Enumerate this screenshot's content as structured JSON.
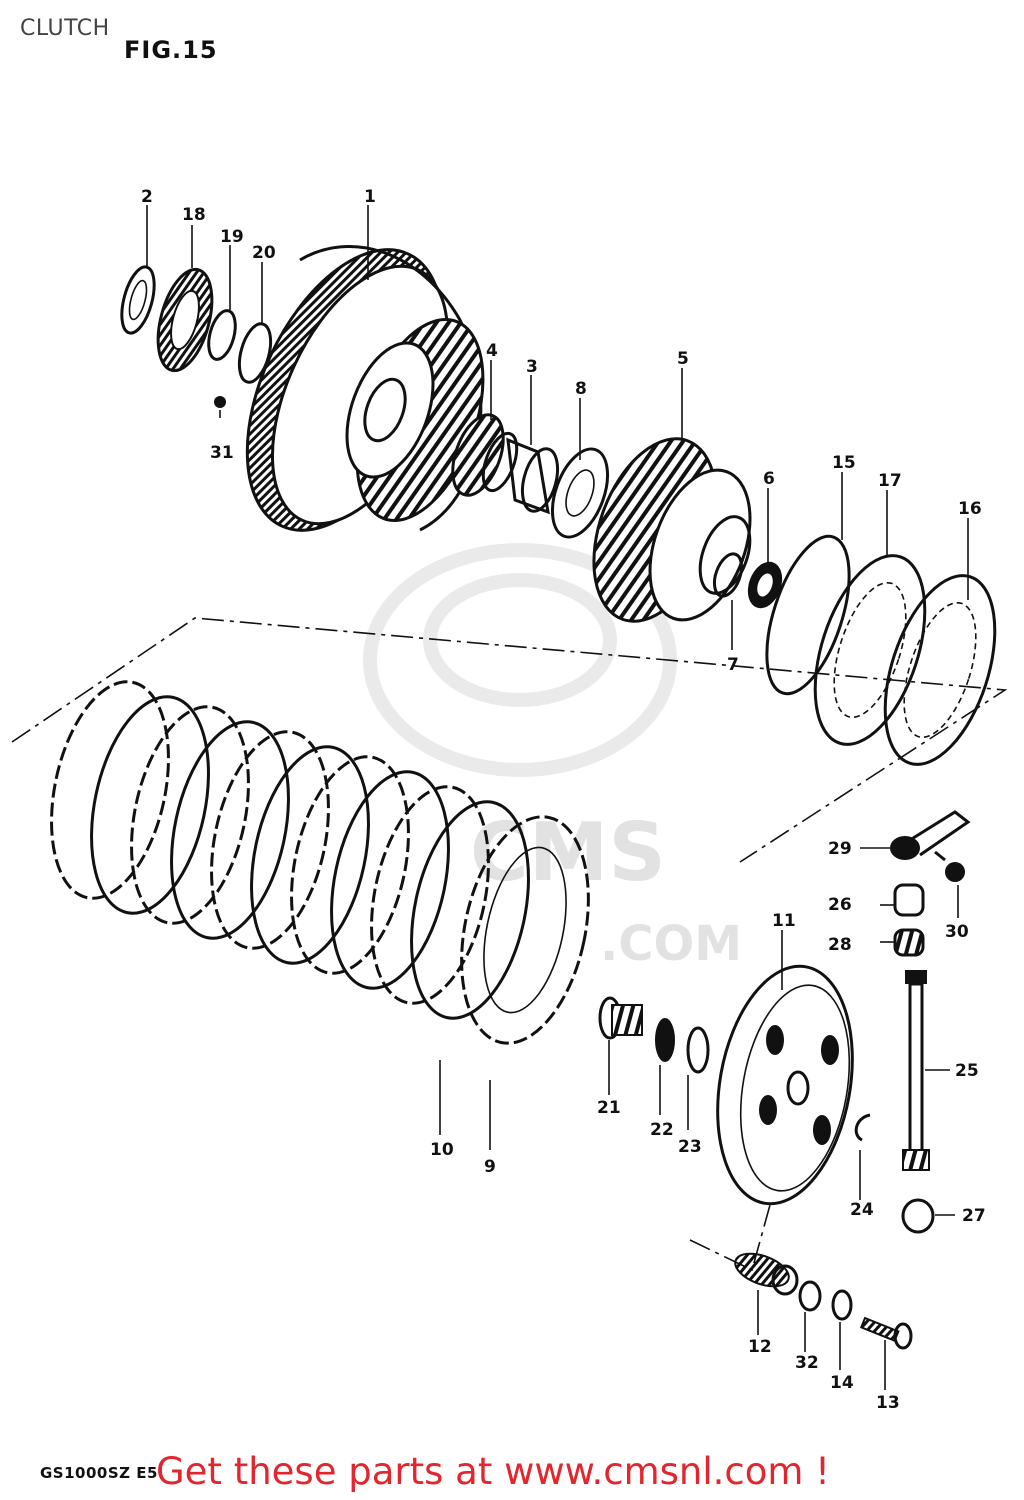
{
  "header": {
    "title": "CLUTCH",
    "figure": "FIG.15"
  },
  "model_code": "GS1000SZ E5",
  "promo_banner": {
    "text": "Get these parts at www.cmsnl.com !",
    "color": "#e3262e"
  },
  "watermark": {
    "text_main": "CMS",
    "text_sub": ".COM"
  },
  "callouts": {
    "c1": "1",
    "c2": "2",
    "c3": "3",
    "c4": "4",
    "c5": "5",
    "c6": "6",
    "c7": "7",
    "c8": "8",
    "c9": "9",
    "c10": "10",
    "c11": "11",
    "c12": "12",
    "c13": "13",
    "c14": "14",
    "c15": "15",
    "c16": "16",
    "c17": "17",
    "c18": "18",
    "c19": "19",
    "c20": "20",
    "c21": "21",
    "c22": "22",
    "c23": "23",
    "c24": "24",
    "c25": "25",
    "c26": "26",
    "c27": "27",
    "c28": "28",
    "c29": "29",
    "c30": "30",
    "c31": "31",
    "c32": "32"
  }
}
